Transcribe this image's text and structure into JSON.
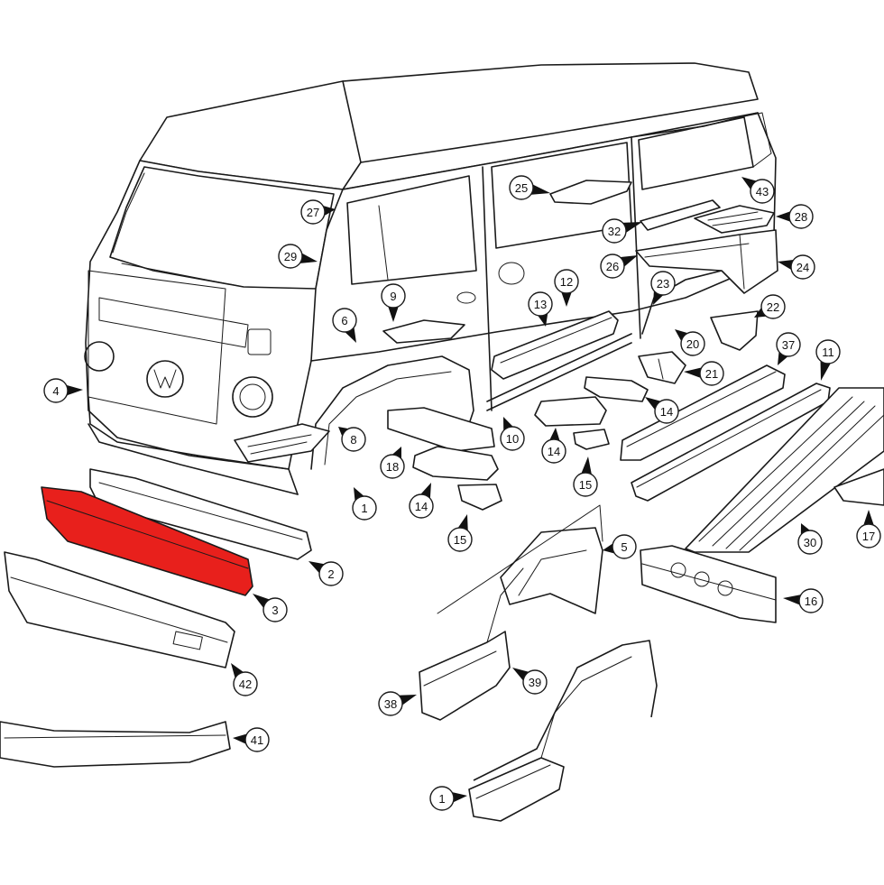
{
  "diagram": {
    "highlight_color": "#e8201c",
    "callouts": [
      {
        "id": "c27",
        "label": "27"
      },
      {
        "id": "c29",
        "label": "29"
      },
      {
        "id": "c25",
        "label": "25"
      },
      {
        "id": "c43",
        "label": "43"
      },
      {
        "id": "c32",
        "label": "32"
      },
      {
        "id": "c28",
        "label": "28"
      },
      {
        "id": "c26",
        "label": "26"
      },
      {
        "id": "c24",
        "label": "24"
      },
      {
        "id": "c9",
        "label": "9"
      },
      {
        "id": "c12",
        "label": "12"
      },
      {
        "id": "c13",
        "label": "13"
      },
      {
        "id": "c23",
        "label": "23"
      },
      {
        "id": "c22",
        "label": "22"
      },
      {
        "id": "c6",
        "label": "6"
      },
      {
        "id": "c20",
        "label": "20"
      },
      {
        "id": "c37",
        "label": "37"
      },
      {
        "id": "c11",
        "label": "11"
      },
      {
        "id": "c4",
        "label": "4"
      },
      {
        "id": "c21",
        "label": "21"
      },
      {
        "id": "c14a",
        "label": "14"
      },
      {
        "id": "c8",
        "label": "8"
      },
      {
        "id": "c10",
        "label": "10"
      },
      {
        "id": "c14b",
        "label": "14"
      },
      {
        "id": "c18",
        "label": "18"
      },
      {
        "id": "c15a",
        "label": "15"
      },
      {
        "id": "c14c",
        "label": "14"
      },
      {
        "id": "c1a",
        "label": "1"
      },
      {
        "id": "c15b",
        "label": "15"
      },
      {
        "id": "c30",
        "label": "30"
      },
      {
        "id": "c17",
        "label": "17"
      },
      {
        "id": "c5",
        "label": "5"
      },
      {
        "id": "c2",
        "label": "2"
      },
      {
        "id": "c3",
        "label": "3"
      },
      {
        "id": "c16",
        "label": "16"
      },
      {
        "id": "c42",
        "label": "42"
      },
      {
        "id": "c39",
        "label": "39"
      },
      {
        "id": "c38",
        "label": "38"
      },
      {
        "id": "c41",
        "label": "41"
      },
      {
        "id": "c1b",
        "label": "1"
      }
    ]
  }
}
